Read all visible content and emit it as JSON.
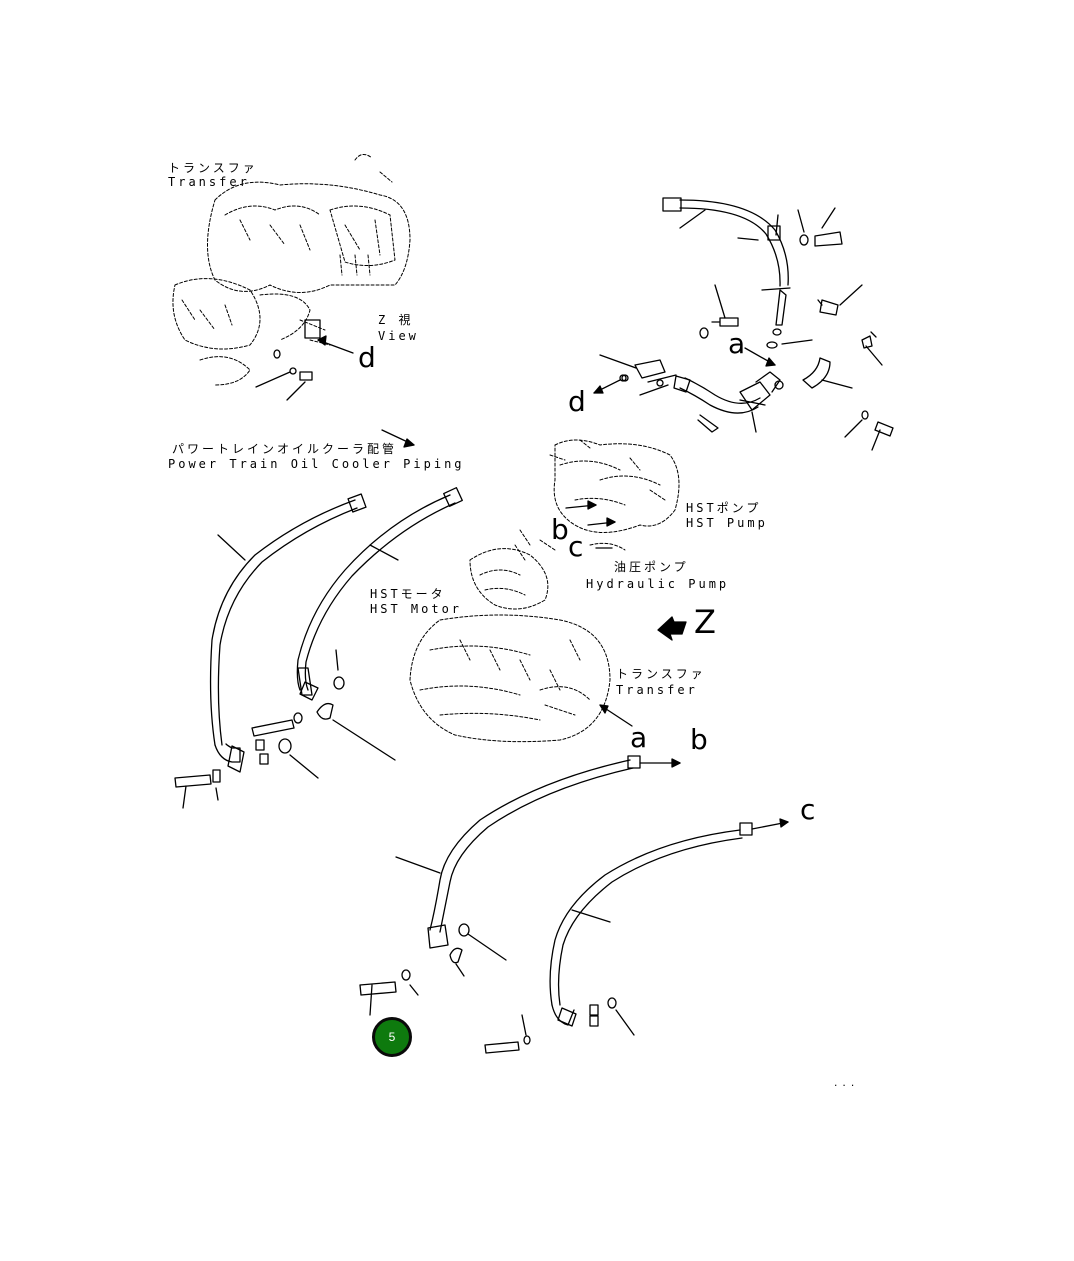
{
  "labels": {
    "transfer_top_jp": "トランスファ",
    "transfer_top_en": "Transfer",
    "z_view_jp": "Z 視",
    "z_view_en": "View",
    "ptoc_jp": "パワートレインオイルクーラ配管",
    "ptoc_en": "Power Train Oil Cooler Piping",
    "hst_pump_jp": "HSTポンプ",
    "hst_pump_en": "HST Pump",
    "hyd_pump_jp": "油圧ポンプ",
    "hyd_pump_en": "Hydraulic Pump",
    "hst_motor_jp": "HSTモータ",
    "hst_motor_en": "HST Motor",
    "transfer_mid_jp": "トランスファ",
    "transfer_mid_en": "Transfer",
    "drawing_code": "..."
  },
  "letters": {
    "a_top": "a",
    "d_top_left": "d",
    "d_top_right": "d",
    "b_mid": "b",
    "c_mid": "c",
    "z_mid": "Z",
    "a_low": "a",
    "b_low": "b",
    "c_low": "c"
  },
  "marker": {
    "number": "5",
    "color": "#0e7a0e"
  }
}
